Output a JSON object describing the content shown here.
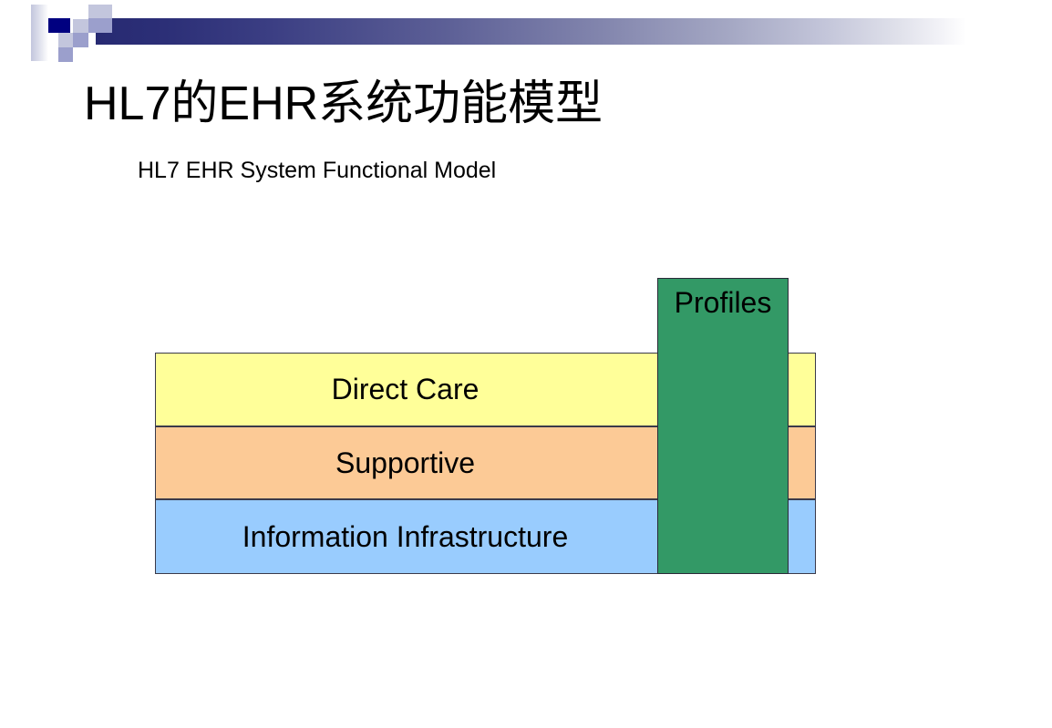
{
  "slide": {
    "title_cn": "HL7的EHR系统功能模型",
    "subtitle_en": "HL7 EHR System Functional Model"
  },
  "header": {
    "decoration_name": "checkered-gradient-banner",
    "bar_gradient_from": "#272a72",
    "bar_gradient_to": "#ffffff",
    "checker_colors": [
      "#000080",
      "#9b9fcc",
      "#c3c6dd",
      "#ffffff"
    ]
  },
  "diagram": {
    "type": "layered-block-diagram",
    "bands": [
      {
        "label": "Direct Care",
        "color": "#ffff99"
      },
      {
        "label": "Supportive",
        "color": "#fcca96"
      },
      {
        "label": "Information Infrastructure",
        "color": "#99ccfe"
      }
    ],
    "overlay": {
      "label": "Profiles",
      "color": "#339966"
    },
    "border_color": "#3a3a4a"
  }
}
